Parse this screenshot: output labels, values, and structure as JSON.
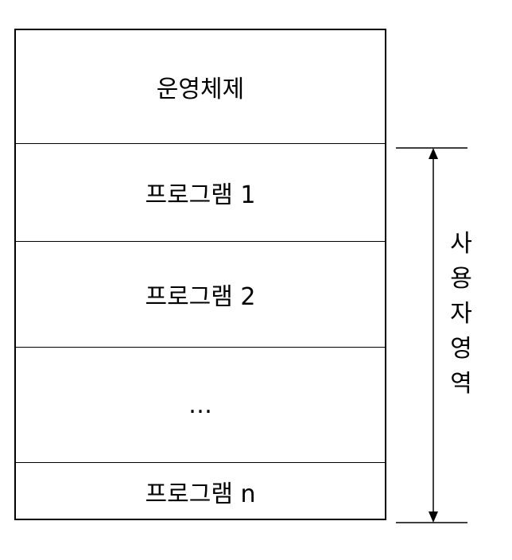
{
  "memory": {
    "blocks": [
      {
        "label": "운영체제"
      },
      {
        "label": "프로그램 1"
      },
      {
        "label": "프로그램 2"
      },
      {
        "label": "…"
      },
      {
        "label": "프로그램 n"
      }
    ]
  },
  "user_area": {
    "chars": [
      "사",
      "용",
      "자",
      "영",
      "역"
    ]
  }
}
